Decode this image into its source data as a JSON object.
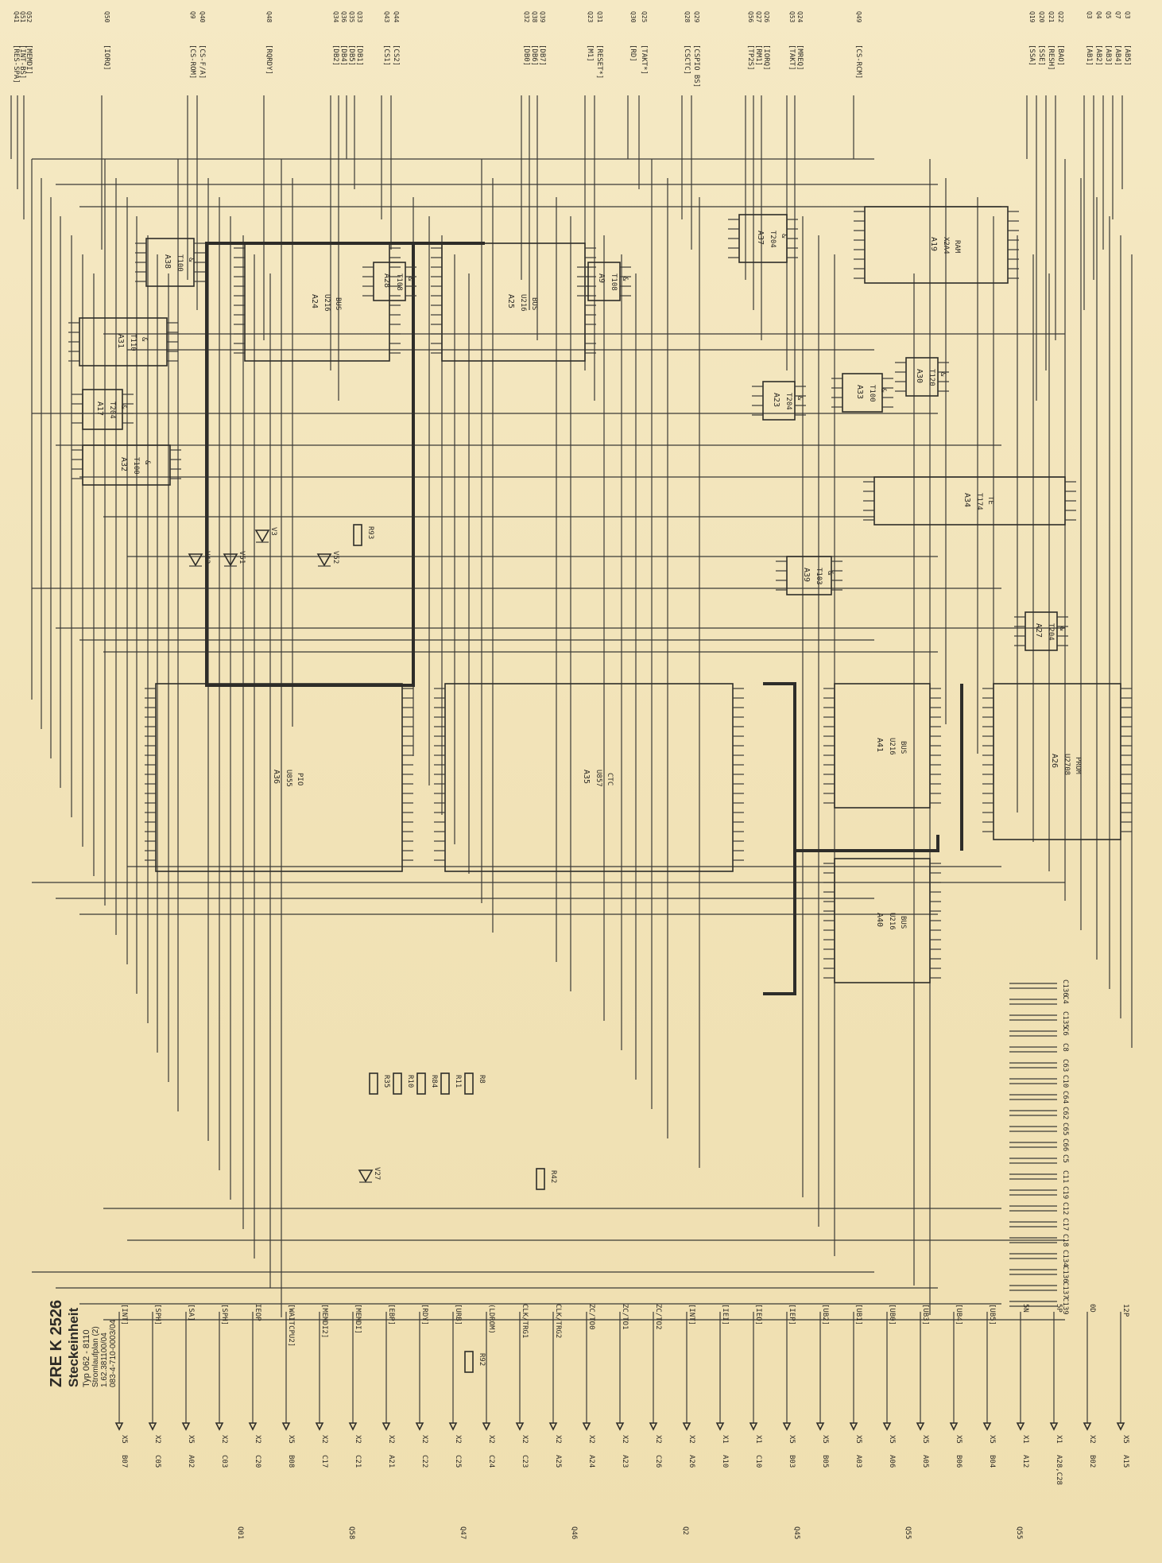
{
  "document": {
    "title": "ZRE K 2526",
    "subtitle": "Steckeinheit",
    "type_line": "Typ 062 - 8110",
    "doc_line": "Stromlaufplan (2)",
    "ref_line_1": "1.62.381100/04",
    "ref_line_2": "083-4-710-0003/04"
  },
  "top_signals": [
    {
      "row": "Q41",
      "signal": "[RES-SPA]"
    },
    {
      "row": "Q51",
      "signal": "[INT-BS]"
    },
    {
      "row": "Q52",
      "signal": "[MEMDI]"
    },
    {
      "row": "Q50",
      "signal": "[IORQ]"
    },
    {
      "row": "Q9",
      "signal": "[CS-ROM]"
    },
    {
      "row": "Q40",
      "signal": "[CS-F/A]"
    },
    {
      "row": "Q48",
      "signal": "[RQRDY]"
    },
    {
      "row": "Q34",
      "signal": "[DB2]"
    },
    {
      "row": "Q36",
      "signal": "[DB4]"
    },
    {
      "row": "Q35",
      "signal": "[DB5]"
    },
    {
      "row": "Q33",
      "signal": "[DB1]"
    },
    {
      "row": "Q43",
      "signal": "[CS1]"
    },
    {
      "row": "Q44",
      "signal": "[CS2]"
    },
    {
      "row": "Q32",
      "signal": "[DB0]"
    },
    {
      "row": "Q38",
      "signal": "[DB6]"
    },
    {
      "row": "Q39",
      "signal": "[DB7]"
    },
    {
      "row": "Q23",
      "signal": "[M1]"
    },
    {
      "row": "Q31",
      "signal": "[RESET*]"
    },
    {
      "row": "Q30",
      "signal": "[RD]"
    },
    {
      "row": "Q25",
      "signal": "[TAKT*]"
    },
    {
      "row": "Q28",
      "signal": "[CSCTC]"
    },
    {
      "row": "Q29",
      "signal": "[CSPIO BS]"
    },
    {
      "row": "Q56",
      "signal": "[TP2S]"
    },
    {
      "row": "Q27",
      "signal": "[RM1]"
    },
    {
      "row": "Q26",
      "signal": "[IORQ]"
    },
    {
      "row": "Q53",
      "signal": "[TAKT]"
    },
    {
      "row": "Q24",
      "signal": "[MREQ]"
    },
    {
      "row": "Q49",
      "signal": "[CS-RCM]"
    },
    {
      "row": "Q3",
      "signal": "[AB5]"
    },
    {
      "row": "Q7",
      "signal": "[AB4]"
    },
    {
      "row": "Q5",
      "signal": "[AB3]"
    },
    {
      "row": "Q4",
      "signal": "[AB2]"
    },
    {
      "row": "Q3",
      "signal": "[AB1]"
    },
    {
      "row": "Q22",
      "signal": "[BAO]"
    },
    {
      "row": "Q21",
      "signal": "[RESH]"
    },
    {
      "row": "Q20",
      "signal": "[SSE]"
    },
    {
      "row": "Q19",
      "signal": "[SSA]"
    }
  ],
  "chips": [
    {
      "ref": "A19",
      "type": "RAM",
      "part": "X2A4"
    },
    {
      "ref": "A24",
      "type": "BUS",
      "part": "U216"
    },
    {
      "ref": "A25",
      "type": "BUS",
      "part": "U216"
    },
    {
      "ref": "A36",
      "type": "PIO",
      "part": "U855"
    },
    {
      "ref": "A35",
      "type": "CTC",
      "part": "U857"
    },
    {
      "ref": "A41",
      "type": "BUS",
      "part": "U216"
    },
    {
      "ref": "A40",
      "type": "BUS",
      "part": "U216"
    },
    {
      "ref": "A26",
      "type": "PROM",
      "part": "U2708"
    },
    {
      "ref": "A34",
      "type": "TE",
      "part": "T174"
    },
    {
      "ref": "A37",
      "type": "&",
      "part": "T204"
    },
    {
      "ref": "A38",
      "type": "&",
      "part": "T100"
    },
    {
      "ref": "A31",
      "type": "&",
      "part": "T110"
    },
    {
      "ref": "A32",
      "type": "&",
      "part": "T100"
    },
    {
      "ref": "A17",
      "type": "&",
      "part": "T204"
    },
    {
      "ref": "A28",
      "type": "&",
      "part": "T108"
    },
    {
      "ref": "A9",
      "type": "&",
      "part": "T108"
    },
    {
      "ref": "A23",
      "type": "&",
      "part": "T204"
    },
    {
      "ref": "A33",
      "type": "&",
      "part": "T100"
    },
    {
      "ref": "A30",
      "type": "&",
      "part": "T120"
    },
    {
      "ref": "A39",
      "type": "&",
      "part": "T103"
    },
    {
      "ref": "A27",
      "type": "&",
      "part": "T204"
    }
  ],
  "components": {
    "resistors": [
      "R93",
      "R35",
      "R10",
      "R84",
      "R11",
      "R8",
      "R92",
      "R42"
    ],
    "capacitors": [
      "C136",
      "C4",
      "C135",
      "C6",
      "C8",
      "C63",
      "C10",
      "C64",
      "C62",
      "C65",
      "C66",
      "C5",
      "C11",
      "C19",
      "C12",
      "C17",
      "C18",
      "C134",
      "C136",
      "C137",
      "C139"
    ],
    "diodes": [
      "V42",
      "V51",
      "V3",
      "V52",
      "V27"
    ]
  },
  "bottom_connectors": [
    {
      "net": "[INT]",
      "pin": "X5",
      "row": "B07"
    },
    {
      "net": "[SPH]",
      "pin": "X2",
      "row": "C05"
    },
    {
      "net": "[SA]",
      "pin": "X5",
      "row": "A02"
    },
    {
      "net": "[SPH]",
      "pin": "X2",
      "row": "C03"
    },
    {
      "net": "IEOP",
      "pin": "X2",
      "row": "C20"
    },
    {
      "net": "[WAITCPU2]",
      "pin": "X5",
      "row": "B08"
    },
    {
      "net": "[MEMDI2]",
      "pin": "X2",
      "row": "C17"
    },
    {
      "net": "[MEMDI]",
      "pin": "X2",
      "row": "C21"
    },
    {
      "net": "[EBP]",
      "pin": "X2",
      "row": "A21"
    },
    {
      "net": "[RDY]",
      "pin": "X2",
      "row": "C22"
    },
    {
      "net": "[URB]",
      "pin": "X2",
      "row": "C25"
    },
    {
      "net": "(LDROM)",
      "pin": "X2",
      "row": "C24"
    },
    {
      "net": "CLK/TRG1",
      "pin": "X2",
      "row": "C23"
    },
    {
      "net": "CLK/TRG2",
      "pin": "X2",
      "row": "A25"
    },
    {
      "net": "ZC/TO0",
      "pin": "X2",
      "row": "A24"
    },
    {
      "net": "ZC/TO1",
      "pin": "X2",
      "row": "A23"
    },
    {
      "net": "ZC/TO2",
      "pin": "X2",
      "row": "C26"
    },
    {
      "net": "[INT]",
      "pin": "X2",
      "row": "A26"
    },
    {
      "net": "[IEI]",
      "pin": "X1",
      "row": "A10"
    },
    {
      "net": "[IEO]",
      "pin": "X1",
      "row": "C10"
    },
    {
      "net": "[IEP]",
      "pin": "X5",
      "row": "B03"
    },
    {
      "net": "[UB2]",
      "pin": "X5",
      "row": "B05"
    },
    {
      "net": "[UB1]",
      "pin": "X5",
      "row": "A03"
    },
    {
      "net": "[UB0]",
      "pin": "X5",
      "row": "A06"
    },
    {
      "net": "[UB3]",
      "pin": "X5",
      "row": "A05"
    },
    {
      "net": "[UB4]",
      "pin": "X5",
      "row": "B06"
    },
    {
      "net": "[UB5]",
      "pin": "X5",
      "row": "B04"
    },
    {
      "net": "5N",
      "pin": "X1",
      "row": "A12"
    },
    {
      "net": "5P",
      "pin": "X1",
      "row": "A28,C28"
    },
    {
      "net": "0D",
      "pin": "X2",
      "row": "B02"
    },
    {
      "net": "12P",
      "pin": "X5",
      "row": "A15"
    }
  ],
  "bottom_row_refs": [
    "Q01",
    "Q58",
    "Q47",
    "Q46",
    "Q2",
    "Q45",
    "Q55",
    "Q55"
  ],
  "colors": {
    "paper": "#f3e6bd",
    "ink": "#2e2d29"
  }
}
